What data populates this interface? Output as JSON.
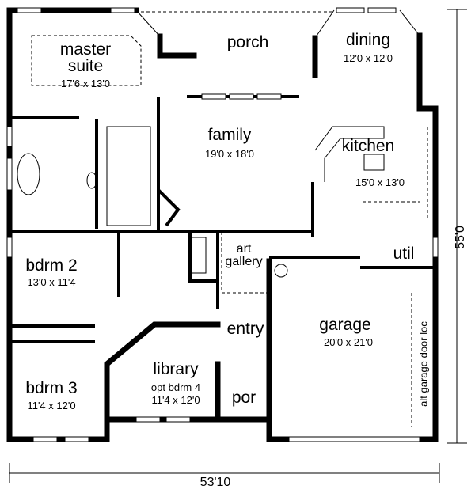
{
  "rooms": {
    "master": {
      "name_line1": "master",
      "name_line2": "suite",
      "size": "17'6 x 13'0"
    },
    "porch": {
      "name": "porch"
    },
    "dining": {
      "name": "dining",
      "size": "12'0 x 12'0"
    },
    "family": {
      "name": "family",
      "size": "19'0 x 18'0"
    },
    "kitchen": {
      "name": "kitchen",
      "size": "15'0 x 13'0"
    },
    "util": {
      "name": "util"
    },
    "bdrm2": {
      "name": "bdrm 2",
      "size": "13'0 x 11'4"
    },
    "art_gallery": {
      "name_line1": "art",
      "name_line2": "gallery"
    },
    "entry": {
      "name": "entry"
    },
    "garage": {
      "name": "garage",
      "size": "20'0 x 21'0",
      "note": "alt garage door loc"
    },
    "library": {
      "name": "library",
      "subtitle": "opt bdrm 4",
      "size": "11'4 x 12'0"
    },
    "por": {
      "name": "por"
    },
    "bdrm3": {
      "name": "bdrm 3",
      "size": "11'4 x 12'0"
    }
  },
  "dimensions": {
    "width": "53'10",
    "depth": "55'0"
  }
}
